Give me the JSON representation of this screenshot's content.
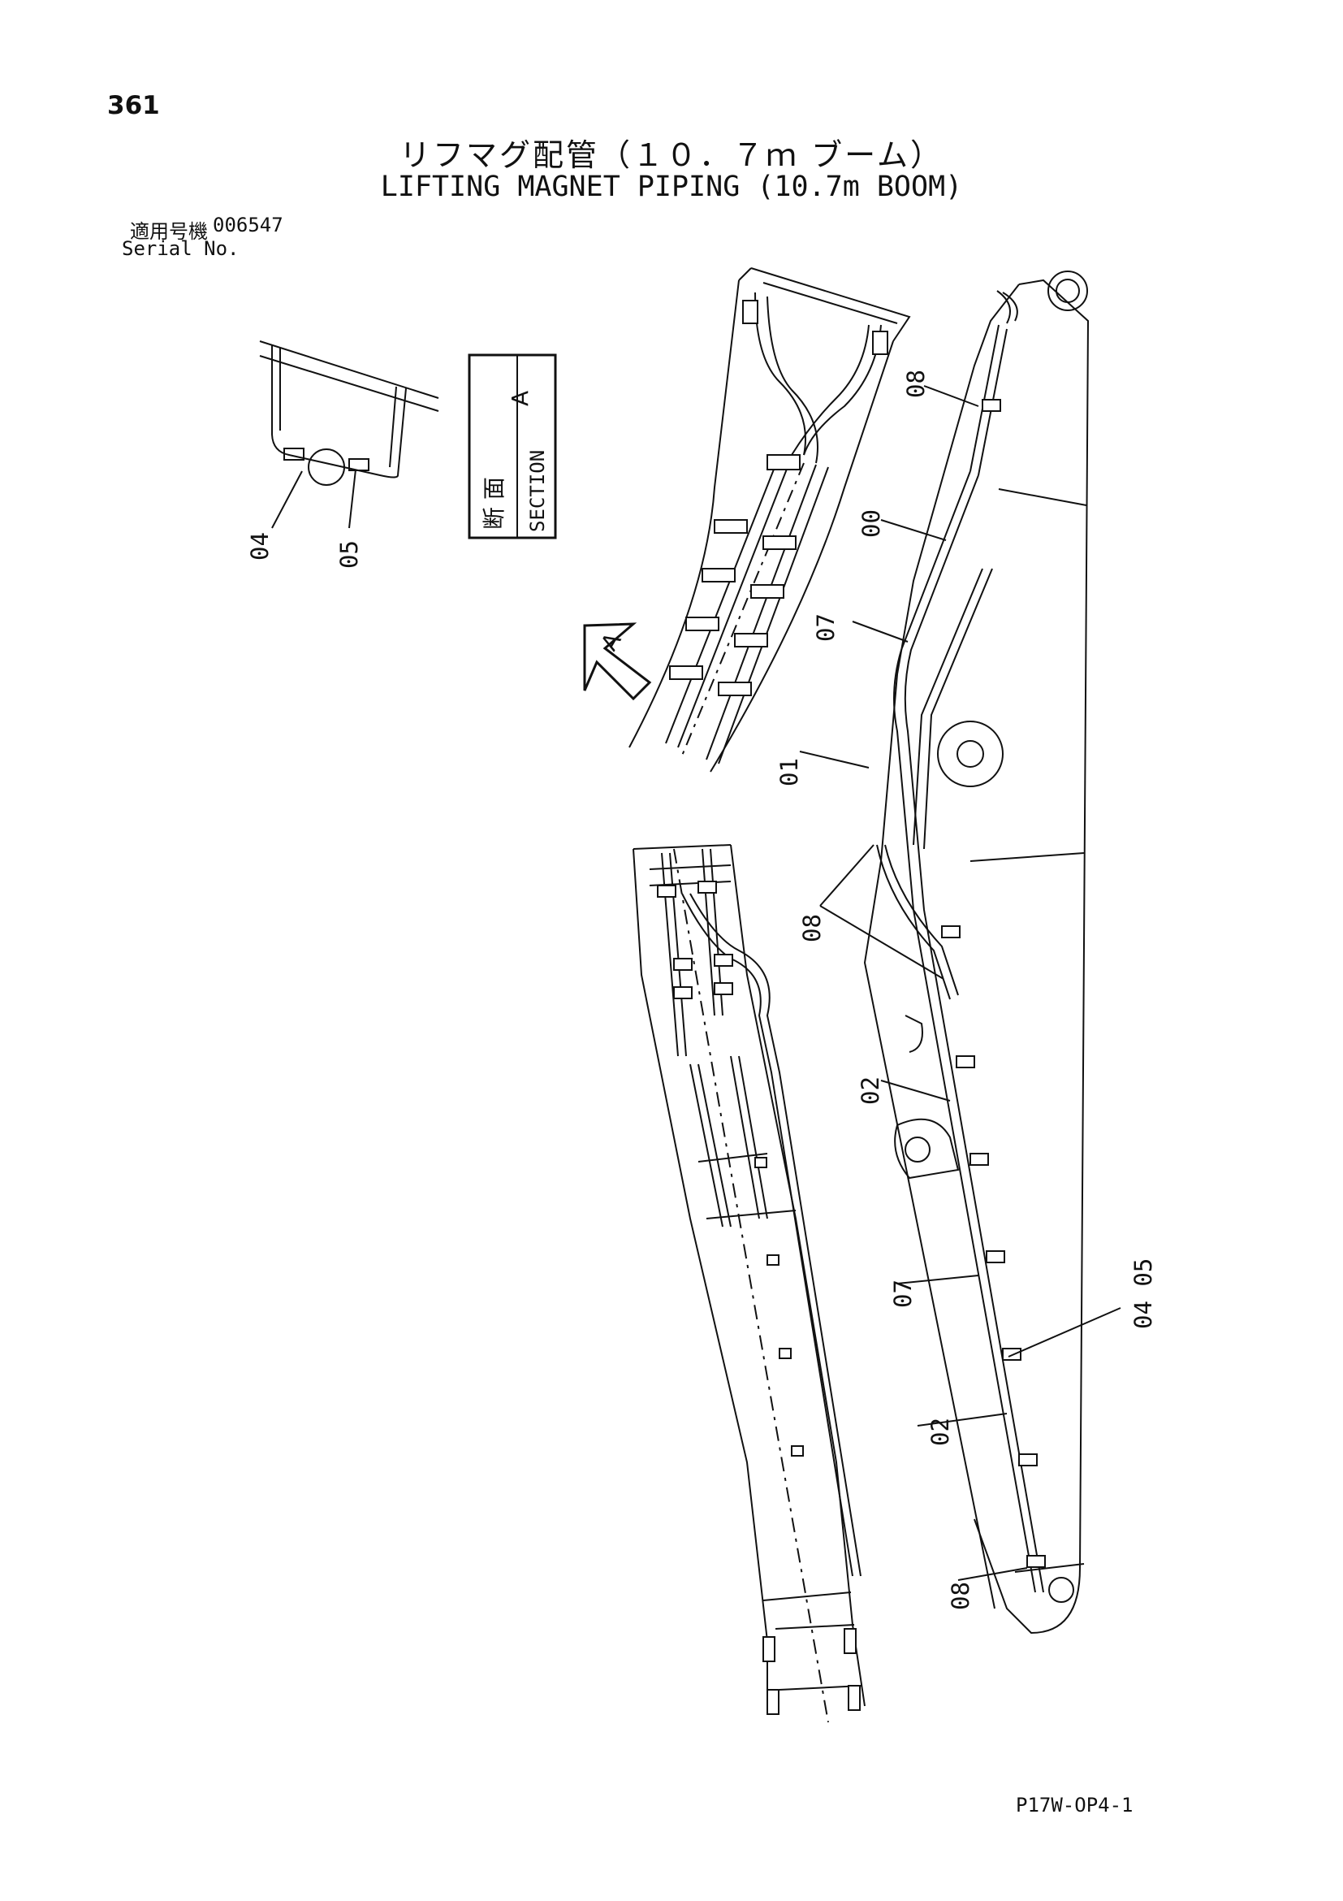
{
  "page_number": "361",
  "title_jp": "リフマグ配管（１０．７ｍ ブーム）",
  "title_en": "LIFTING MAGNET PIPING (10.7m BOOM)",
  "serial": {
    "label_jp": "適用号機",
    "label_en": "Serial No.",
    "value": "006547"
  },
  "section_box": {
    "label_jp": "断 面",
    "label_en": "SECTION",
    "letter": "A"
  },
  "view_arrow_letter": "A",
  "callouts": {
    "sec_04": "04",
    "sec_05": "05",
    "c08_top": "08",
    "c00": "00",
    "c07_upper": "07",
    "c01": "01",
    "c08_mid": "08",
    "c02_upper": "02",
    "c07_lower": "07",
    "c04_05": "04 05",
    "c02_lower": "02",
    "c08_bottom": "08"
  },
  "drawing_code": "P17W-OP4-1"
}
